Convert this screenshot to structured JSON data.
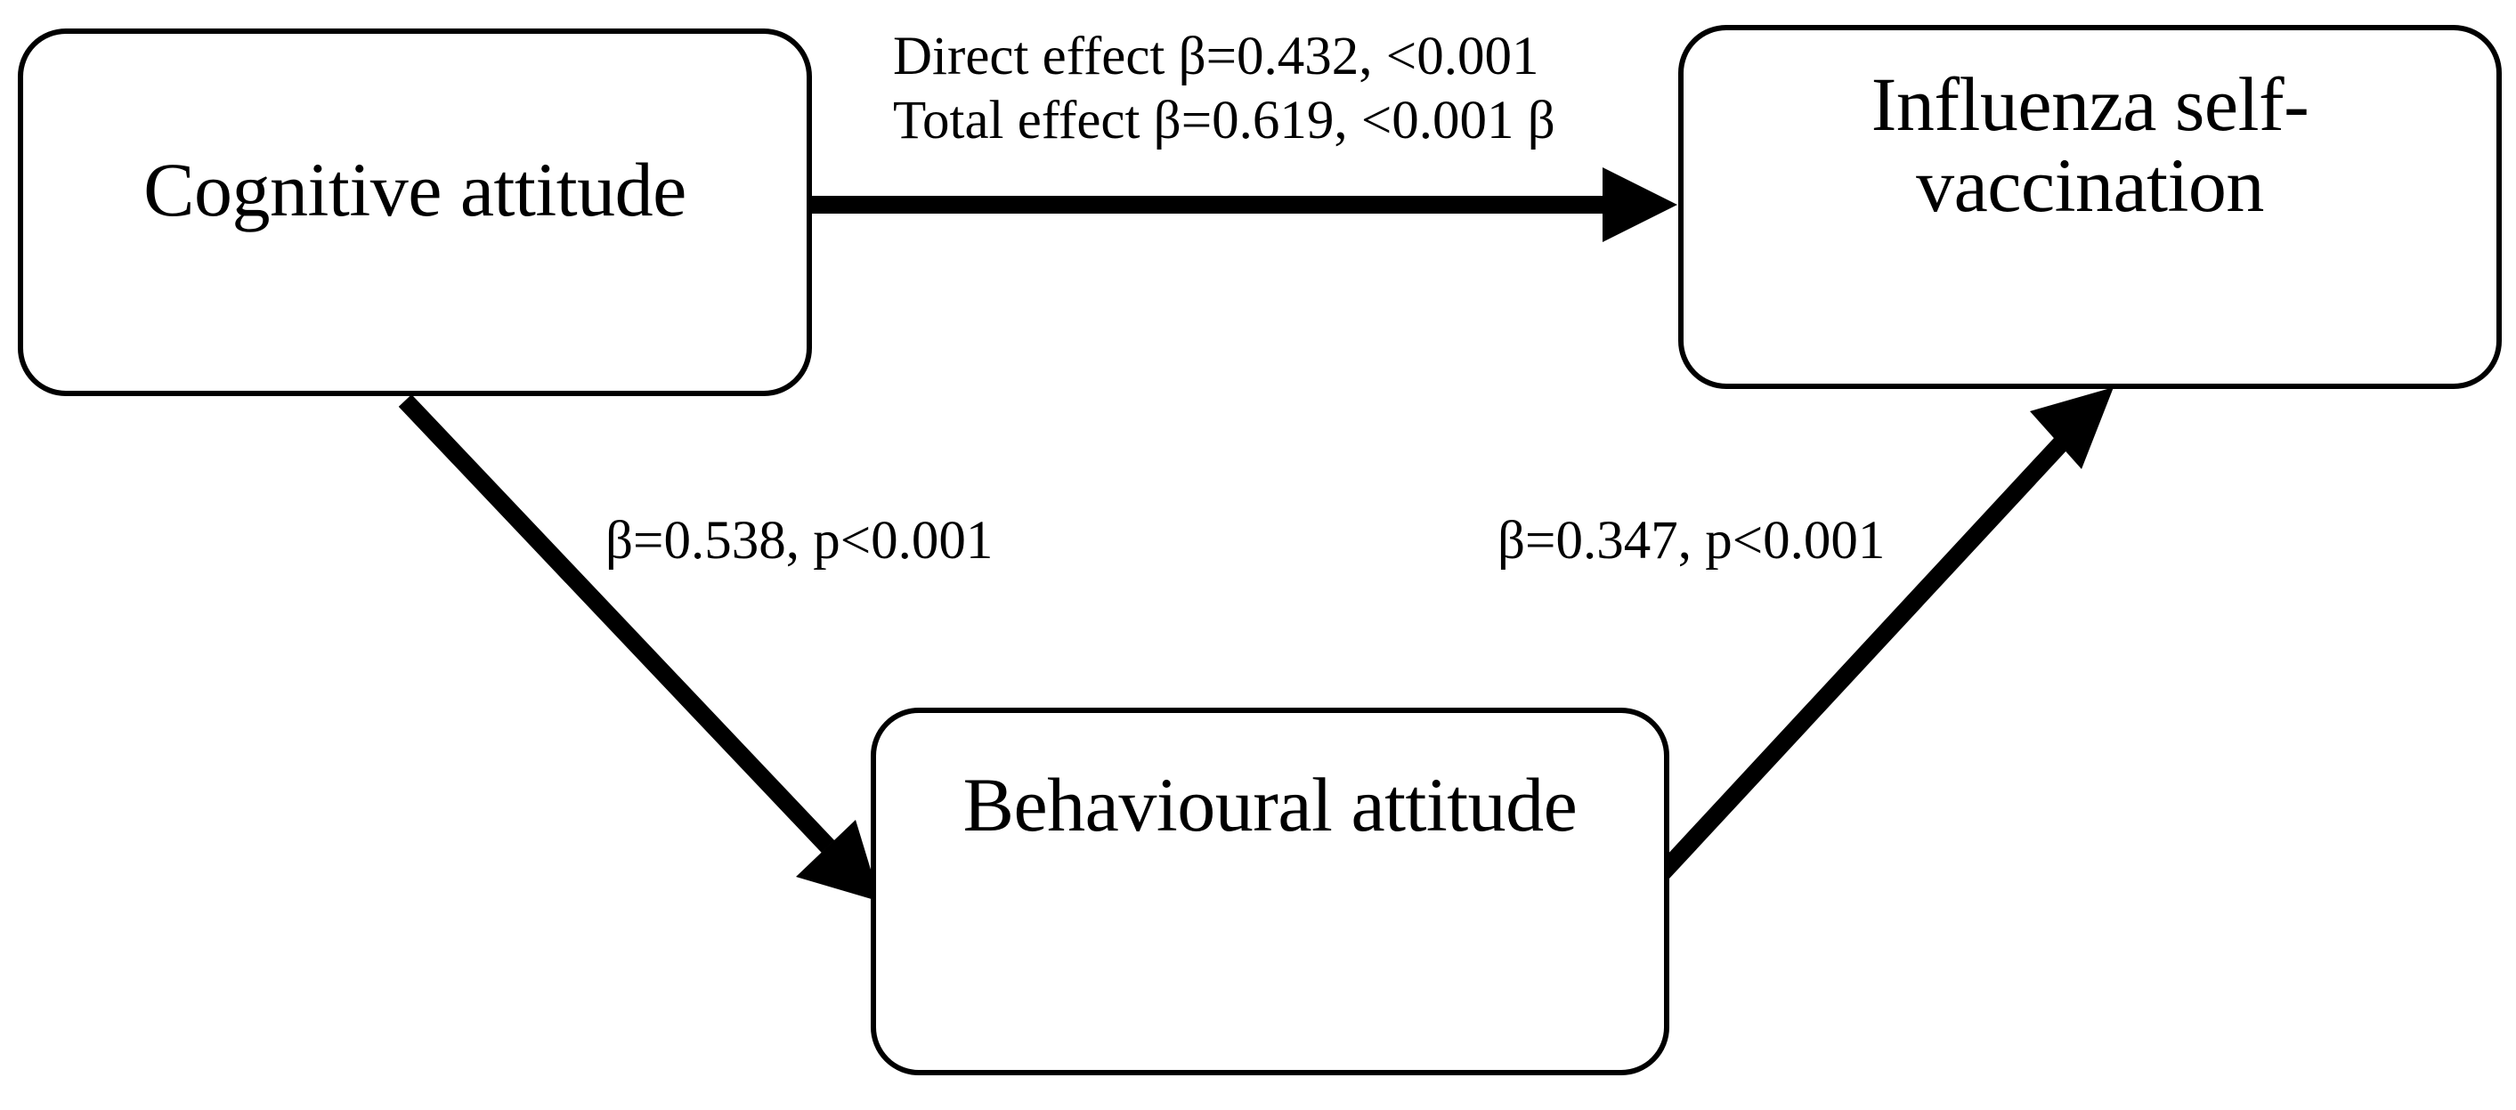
{
  "diagram": {
    "type": "path-model",
    "title": "",
    "background_color": "#ffffff",
    "stroke_color": "#000000",
    "nodes": [
      {
        "id": "cognitive",
        "label": "Cognitive attitude"
      },
      {
        "id": "influenza",
        "label": "Influenza self-\nvaccination"
      },
      {
        "id": "behavioural",
        "label": "Behavioural attitude"
      }
    ],
    "edges": [
      {
        "id": "cognitive-to-influenza",
        "from": "Cognitive attitude",
        "to": "Influenza self-vaccination",
        "label": "Direct effect β=0.432, <0.001\nTotal effect β=0.619, <0.001 β",
        "direct_effect_beta": "0.432",
        "direct_effect_p": "<0.001",
        "total_effect_beta": "0.619",
        "total_effect_p": "<0.001"
      },
      {
        "id": "cognitive-to-behavioural",
        "from": "Cognitive attitude",
        "to": "Behavioural attitude",
        "label": "β=0.538, p<0.001",
        "beta": "0.538",
        "p": "<0.001"
      },
      {
        "id": "behavioural-to-influenza",
        "from": "Behavioural attitude",
        "to": "Influenza self-vaccination",
        "label": "β=0.347, p<0.001",
        "beta": "0.347",
        "p": "<0.001"
      }
    ]
  }
}
